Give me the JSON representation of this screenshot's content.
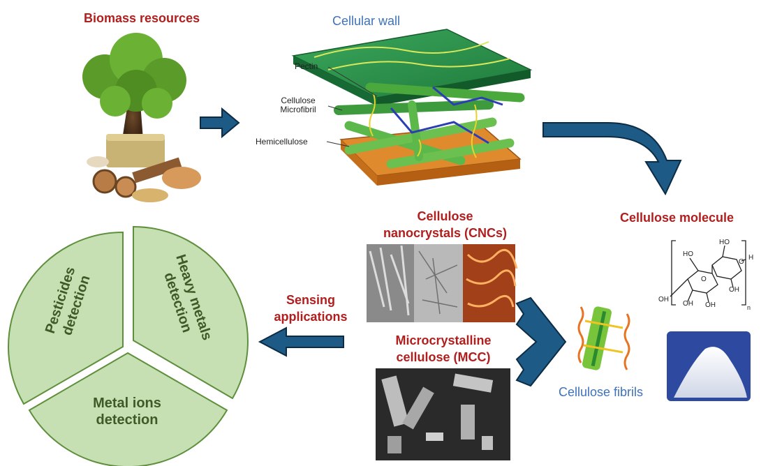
{
  "labels": {
    "biomass": "Biomass resources",
    "cell_wall": "Cellular wall",
    "pectin": "Pectin",
    "cellulose_microfibril_1": "Cellulose",
    "cellulose_microfibril_2": "Microfibril",
    "hemicellulose": "Hemicellulose",
    "cellulose_molecule": "Cellulose molecule",
    "cnc_line1": "Cellulose",
    "cnc_line2": "nanocrystals (CNCs)",
    "mcc_line1": "Microcrystalline",
    "mcc_line2": "cellulose (MCC)",
    "cellulose_fibrils": "Cellulose fibrils",
    "sensing_line1": "Sensing",
    "sensing_line2": "applications"
  },
  "chemistry": {
    "ho1": "HO",
    "ho2": "HO",
    "oh1": "OH",
    "oh2": "OH",
    "oh3": "OH",
    "oh4": "OH",
    "o1": "O",
    "o2": "O",
    "h": "H",
    "n": "n"
  },
  "segments": [
    {
      "line1": "Pesticides",
      "line2": "detection"
    },
    {
      "line1": "Heavy metals",
      "line2": "detection"
    },
    {
      "line1": "Metal ions",
      "line2": "detection"
    }
  ],
  "colors": {
    "title_red": "#b01e1e",
    "label_blue": "#3f72b8",
    "arrow_blue": "#1d5a86",
    "segment_fill": "#c6e0b4",
    "segment_text": "#3e5a26"
  }
}
